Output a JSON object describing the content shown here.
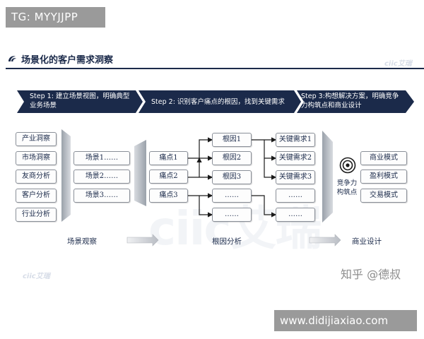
{
  "watermark_tag": "TG: MYYJJPP",
  "header": {
    "title": "场景化的客户需求洞察",
    "icon": "swirl-logo-icon",
    "brand_color": "#1b2a4a"
  },
  "logo_watermark": "ciic艾瑞",
  "steps": [
    {
      "label": "Step 1: 建立场景视图，明确典型业务场景"
    },
    {
      "label": "Step 2: 识别客户痛点的根因，找到关键需求"
    },
    {
      "label": "Step 3:构想解决方案，明确竞争力构筑点和商业设计"
    }
  ],
  "inputs": [
    "产业洞察",
    "市场洞察",
    "友商分析",
    "客户分析",
    "行业分析"
  ],
  "scenarios": [
    "场景1……",
    "场景2……",
    "场景3……"
  ],
  "pain_points": [
    "痛点1",
    "痛点2",
    "痛点3"
  ],
  "root_causes": [
    "根因1",
    "根因2",
    "根因3",
    "……",
    "……"
  ],
  "key_needs": [
    "关键需求1",
    "关键需求2",
    "关键需求3",
    "……",
    "……"
  ],
  "competitive_point": {
    "label": "竞争力构筑点",
    "icon": "target-icon"
  },
  "business_models": [
    "商业模式",
    "盈利模式",
    "交易模式"
  ],
  "sections": {
    "scene": "场景观察",
    "root": "根因分析",
    "business": "商业设计"
  },
  "zhihu_watermark": "知乎 @德叔",
  "site_watermark": "www.didijiaxiao.com"
}
